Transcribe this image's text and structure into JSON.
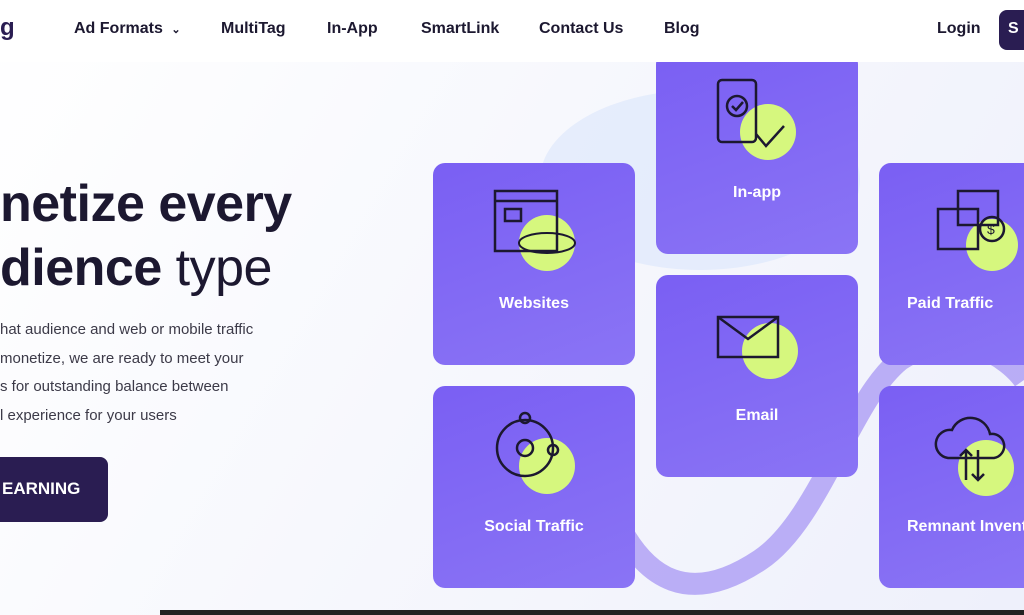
{
  "nav": {
    "logo": "g",
    "items": [
      "Ad Formats",
      "MultiTag",
      "In-App",
      "SmartLink",
      "Contact Us",
      "Blog"
    ],
    "login": "Login",
    "signup": "S"
  },
  "hero": {
    "title_line1": "netize every",
    "title_line2_bold": "dience",
    "title_line2_light": " type",
    "body": [
      "hat audience and web or mobile traffic",
      "monetize, we are ready to meet your",
      "s for outstanding balance between",
      "l experience for your users"
    ],
    "cta": "EARNING"
  },
  "cards": [
    {
      "label": "In-app",
      "icon": "phone-check-icon"
    },
    {
      "label": "Websites",
      "icon": "browser-globe-icon"
    },
    {
      "label": "Paid Traffic",
      "icon": "video-dollar-icon"
    },
    {
      "label": "Email",
      "icon": "envelope-icon"
    },
    {
      "label": "Social Traffic",
      "icon": "people-network-icon"
    },
    {
      "label": "Remnant Invent",
      "icon": "cloud-transfer-icon"
    }
  ],
  "colors": {
    "card": "#7a5ff3",
    "accent": "#d6f77e",
    "dark": "#2a1d52"
  }
}
